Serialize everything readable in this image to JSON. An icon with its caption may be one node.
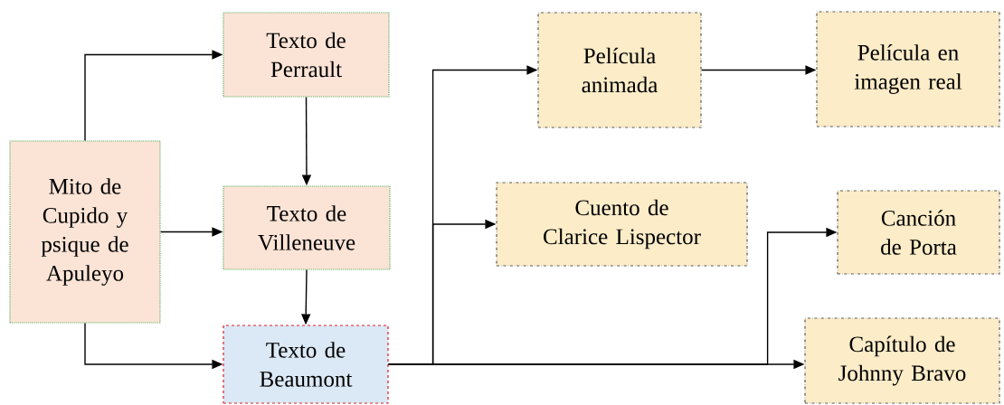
{
  "diagram": {
    "nodes": [
      {
        "text": [
          "Mito de Cupido y psique de Apuleyo"
        ]
      },
      {
        "text": [
          "Texto de Perrault"
        ]
      },
      {
        "text": [
          "Texto de Villeneuve"
        ]
      },
      {
        "text": [
          "Texto de Beaumont"
        ]
      },
      {
        "text": [
          "Película animada"
        ]
      },
      {
        "text": [
          "Película en imagen real"
        ]
      },
      {
        "text": [
          "Cuento de Clarice Lispector"
        ]
      },
      {
        "text": [
          "Canción de Porta"
        ]
      },
      {
        "text": [
          "Capítulo de Johnny Bravo"
        ]
      }
    ],
    "edges": [
      {
        "from": 0,
        "to": 1,
        "arrow": "to"
      },
      {
        "from": 0,
        "to": 2,
        "arrow": "to"
      },
      {
        "from": 0,
        "to": 3,
        "arrow": "to"
      },
      {
        "from": 1,
        "to": 2,
        "arrow": "to"
      },
      {
        "from": 2,
        "to": 3,
        "arrow": "to"
      },
      {
        "from": 3,
        "to": 4,
        "arrow": "to"
      },
      {
        "from": 3,
        "to": 6,
        "arrow": "to"
      },
      {
        "from": 3,
        "to": 7,
        "arrow": "to"
      },
      {
        "from": 3,
        "to": 8,
        "arrow": "to"
      },
      {
        "from": 4,
        "to": 5,
        "arrow": "to"
      }
    ]
  }
}
